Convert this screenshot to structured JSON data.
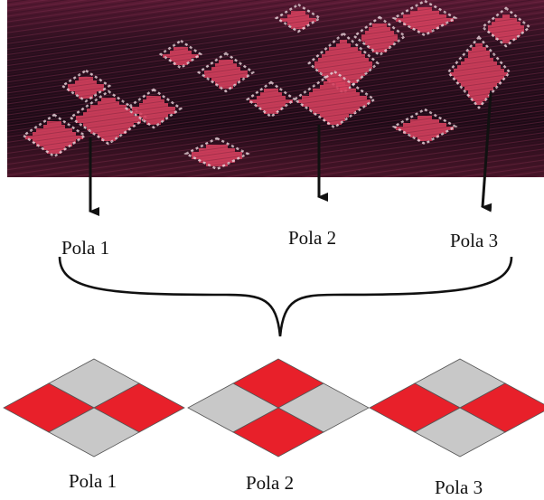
{
  "photo": {
    "description_icon": "woven-ikat-fabric-photo"
  },
  "top_labels": [
    "Pola 1",
    "Pola 2",
    "Pola 3"
  ],
  "bottom_labels": [
    "Pola 1",
    "Pola 2",
    "Pola 3"
  ],
  "colors": {
    "red": "#e8202a",
    "grey": "#c8c8c8",
    "outline": "#555555",
    "arrow": "#111111"
  },
  "patterns": [
    {
      "name": "Pola 1",
      "cells": {
        "top": "grey",
        "left": "red",
        "right": "red",
        "bottom": "grey"
      }
    },
    {
      "name": "Pola 2",
      "cells": {
        "top": "red",
        "left": "grey",
        "right": "grey",
        "bottom": "red"
      }
    },
    {
      "name": "Pola 3",
      "cells": {
        "top": "grey",
        "left": "red",
        "right": "red",
        "bottom": "grey"
      }
    }
  ]
}
